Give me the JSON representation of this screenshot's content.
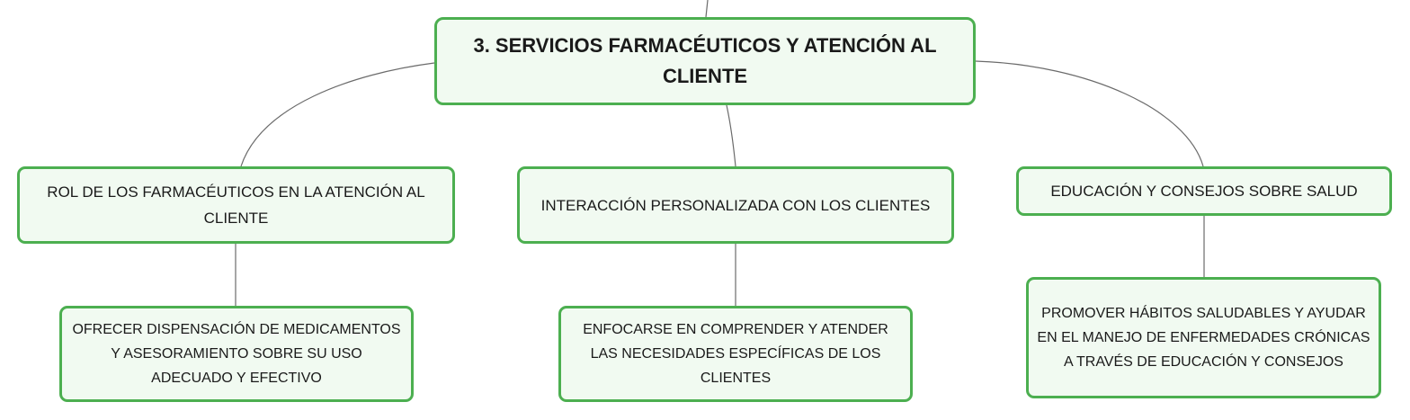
{
  "root": {
    "label": "3. SERVICIOS FARMACÉUTICOS Y ATENCIÓN AL CLIENTE"
  },
  "branches": [
    {
      "label": "ROL DE LOS FARMACÉUTICOS EN LA ATENCIÓN AL CLIENTE",
      "child": "OFRECER DISPENSACIÓN DE MEDICAMENTOS Y ASESORAMIENTO SOBRE SU USO ADECUADO Y EFECTIVO"
    },
    {
      "label": "INTERACCIÓN PERSONALIZADA CON LOS CLIENTES",
      "child": "ENFOCARSE EN COMPRENDER Y ATENDER LAS NECESIDADES ESPECÍFICAS DE LOS CLIENTES"
    },
    {
      "label": "EDUCACIÓN Y CONSEJOS SOBRE SALUD",
      "child": "PROMOVER HÁBITOS SALUDABLES Y AYUDAR EN EL MANEJO DE ENFERMEDADES CRÓNICAS A TRAVÉS DE EDUCACIÓN Y CONSEJOS"
    }
  ],
  "colors": {
    "node_border": "#4caf50",
    "node_fill": "#f1faf1",
    "connector": "#6b6b6b",
    "text": "#1a1a1a"
  }
}
